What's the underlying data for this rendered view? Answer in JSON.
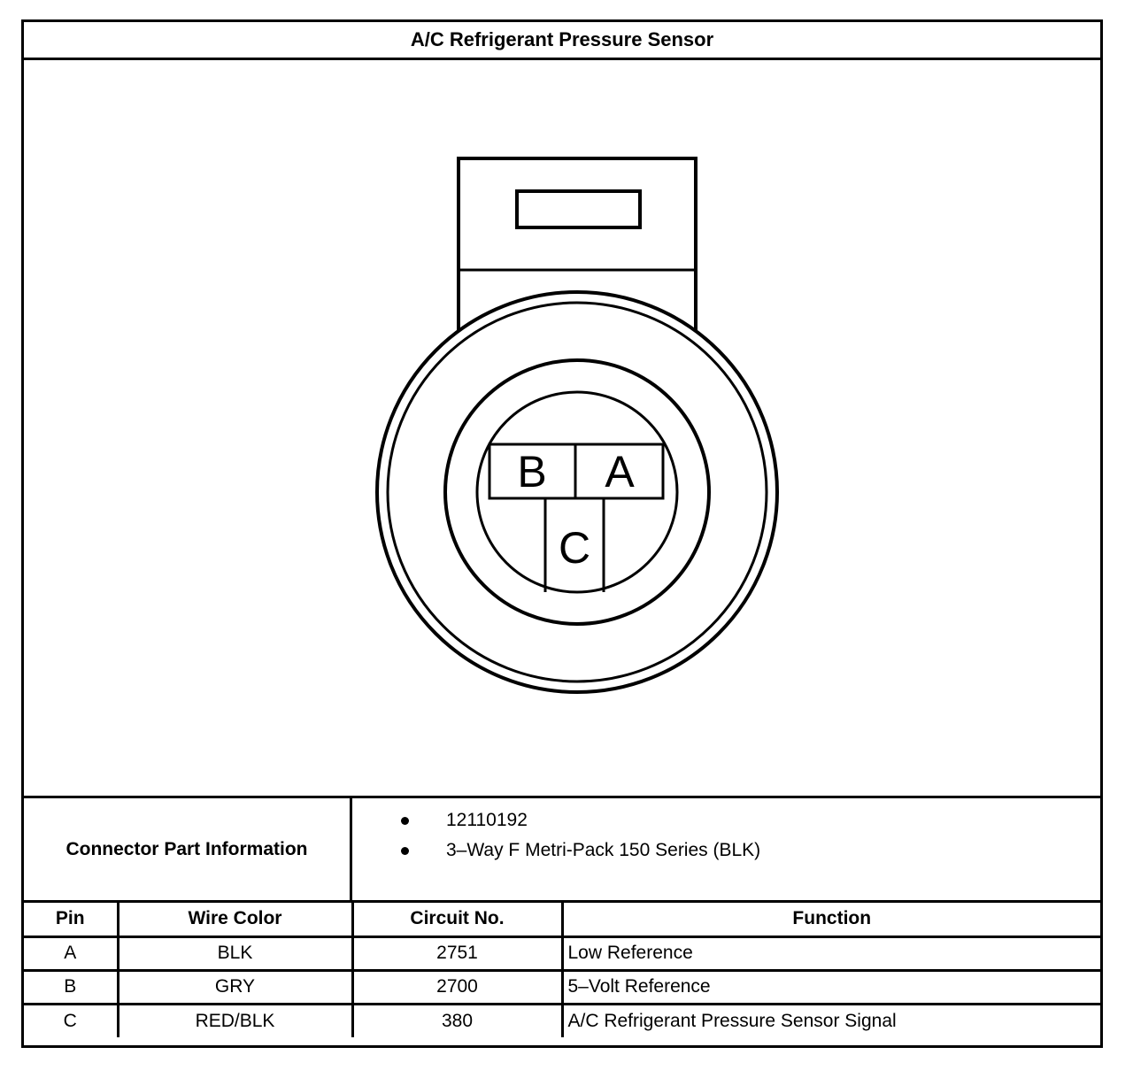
{
  "title": "A/C Refrigerant Pressure Sensor",
  "connector": {
    "pin_labels": {
      "a": "A",
      "b": "B",
      "c": "C"
    }
  },
  "part_info": {
    "label": "Connector Part Information",
    "items": [
      "12110192",
      "3–Way F Metri-Pack 150 Series (BLK)"
    ]
  },
  "table": {
    "headers": [
      "Pin",
      "Wire Color",
      "Circuit No.",
      "Function"
    ],
    "rows": [
      {
        "pin": "A",
        "wire_color": "BLK",
        "circuit": "2751",
        "function": "Low Reference"
      },
      {
        "pin": "B",
        "wire_color": "GRY",
        "circuit": "2700",
        "function": "5–Volt Reference"
      },
      {
        "pin": "C",
        "wire_color": "RED/BLK",
        "circuit": "380",
        "function": "A/C Refrigerant Pressure Sensor Signal"
      }
    ]
  }
}
